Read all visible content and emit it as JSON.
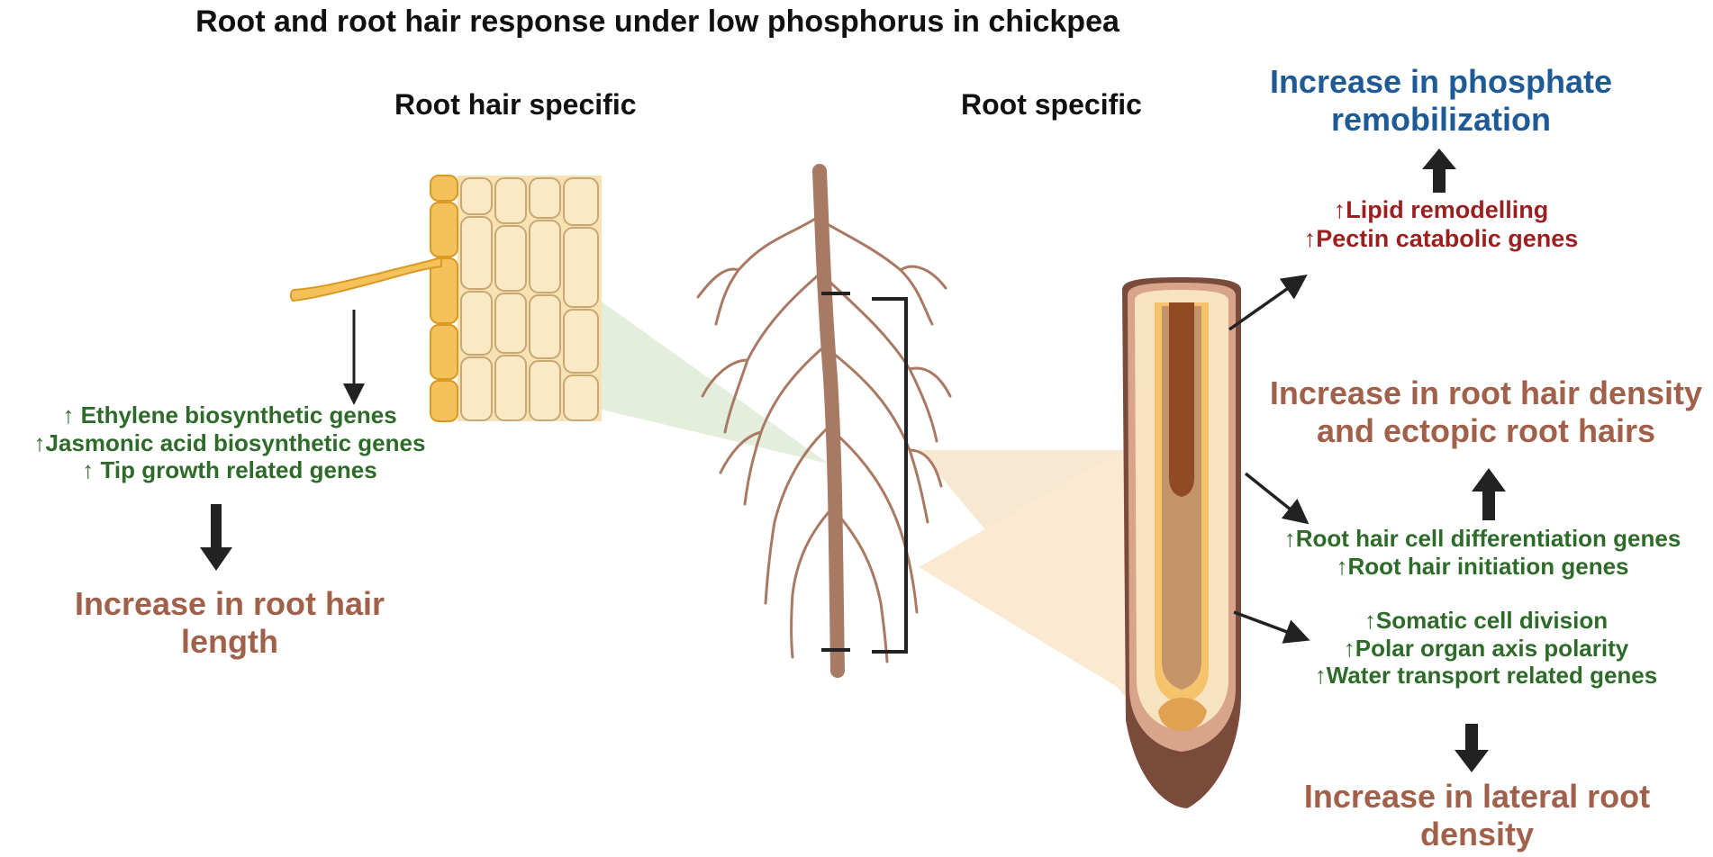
{
  "title": "Root and root hair response under low phosphorus in chickpea",
  "headers": {
    "root_hair_specific": "Root hair specific",
    "root_specific": "Root specific"
  },
  "left_panel": {
    "genes": [
      "↑ Ethylene biosynthetic genes",
      "↑Jasmonic acid  biosynthetic genes",
      "↑ Tip growth related genes"
    ],
    "outcome": [
      "Increase in root hair",
      "length"
    ]
  },
  "right_panel": {
    "phosphate_outcome": [
      "Increase in phosphate",
      "remobilization"
    ],
    "lipid_genes": [
      "↑Lipid remodelling",
      "↑Pectin catabolic genes"
    ],
    "density_outcome": [
      "Increase in root hair density",
      "and ectopic root hairs"
    ],
    "root_hair_genes": [
      "↑Root hair cell differentiation genes",
      "↑Root hair initiation genes"
    ],
    "division_genes": [
      "↑Somatic cell division",
      "↑Polar organ axis polarity",
      "↑Water transport related genes"
    ],
    "lateral_outcome": [
      "Increase in lateral root",
      "density"
    ]
  },
  "colors": {
    "green_text": "#2e6b2a",
    "brown_text": "#a0604a",
    "red_text": "#9c1f1f",
    "blue_text": "#1e5a96",
    "root_brown": "#a97a63",
    "hair_yellow": "#f5c15a"
  }
}
